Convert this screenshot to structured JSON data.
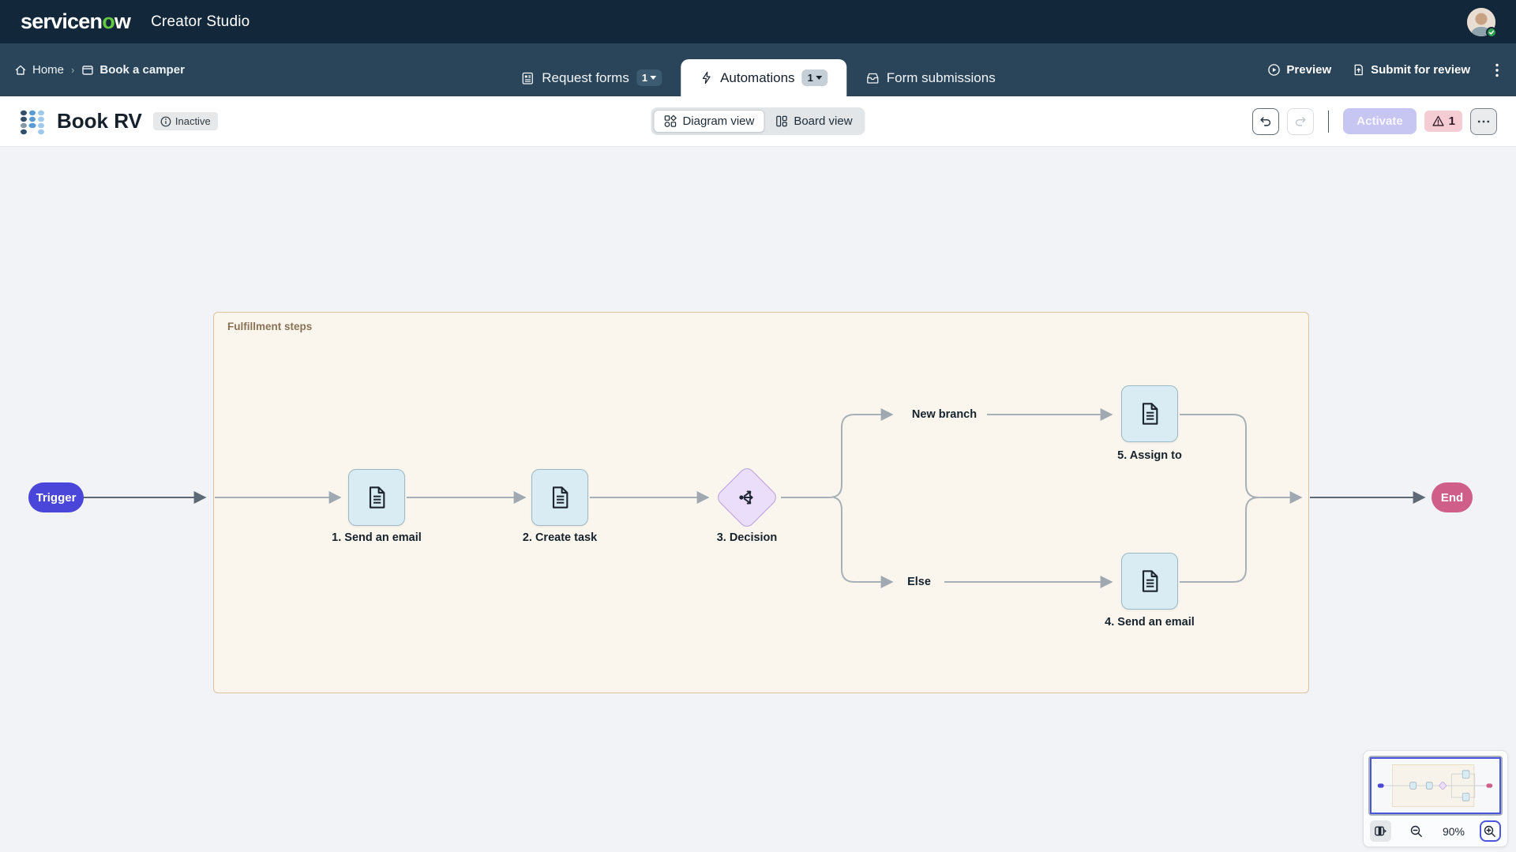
{
  "topbar": {
    "logo": {
      "part1": "servicen",
      "part2": "o",
      "part3": "w"
    },
    "product": "Creator Studio"
  },
  "nav": {
    "breadcrumb": {
      "home": "Home",
      "current": "Book a camper"
    },
    "tabs": [
      {
        "label": "Request forms",
        "badge": "1"
      },
      {
        "label": "Automations",
        "badge": "1"
      },
      {
        "label": "Form submissions"
      }
    ],
    "actions": {
      "preview": "Preview",
      "submit_for_review": "Submit for review"
    }
  },
  "header": {
    "title": "Book RV",
    "status_badge": "Inactive",
    "view_toggle": {
      "diagram": "Diagram view",
      "board": "Board view"
    },
    "activate_label": "Activate",
    "warning_count": "1"
  },
  "diagram": {
    "group_label": "Fulfillment steps",
    "trigger_label": "Trigger",
    "end_label": "End",
    "nodes": [
      {
        "label": "1. Send an email",
        "type": "document"
      },
      {
        "label": "2. Create task",
        "type": "document"
      },
      {
        "label": "3. Decision",
        "type": "decision"
      },
      {
        "label": "5. Assign to",
        "type": "document"
      },
      {
        "label": "4. Send an email",
        "type": "document"
      }
    ],
    "branches": [
      {
        "label": "New branch"
      },
      {
        "label": "Else"
      }
    ]
  },
  "minimap": {
    "zoom_level": "90%"
  },
  "colors": {
    "topbar_bg": "#12283a",
    "navbar_bg": "#2a4459",
    "logo_green": "#63c941",
    "trigger_fill": "#4a46d9",
    "end_fill": "#cf5f89",
    "node_fill": "#d9ecf4",
    "node_border": "#9eb9c4",
    "decision_fill": "#eadefa",
    "decision_border": "#b9a2de",
    "group_fill": "#faf6ee",
    "group_border": "#dcc49e",
    "accent_indigo": "#4b55dd",
    "activate_bg": "#c7c5f2",
    "warning_bg": "#f5ccd4"
  }
}
